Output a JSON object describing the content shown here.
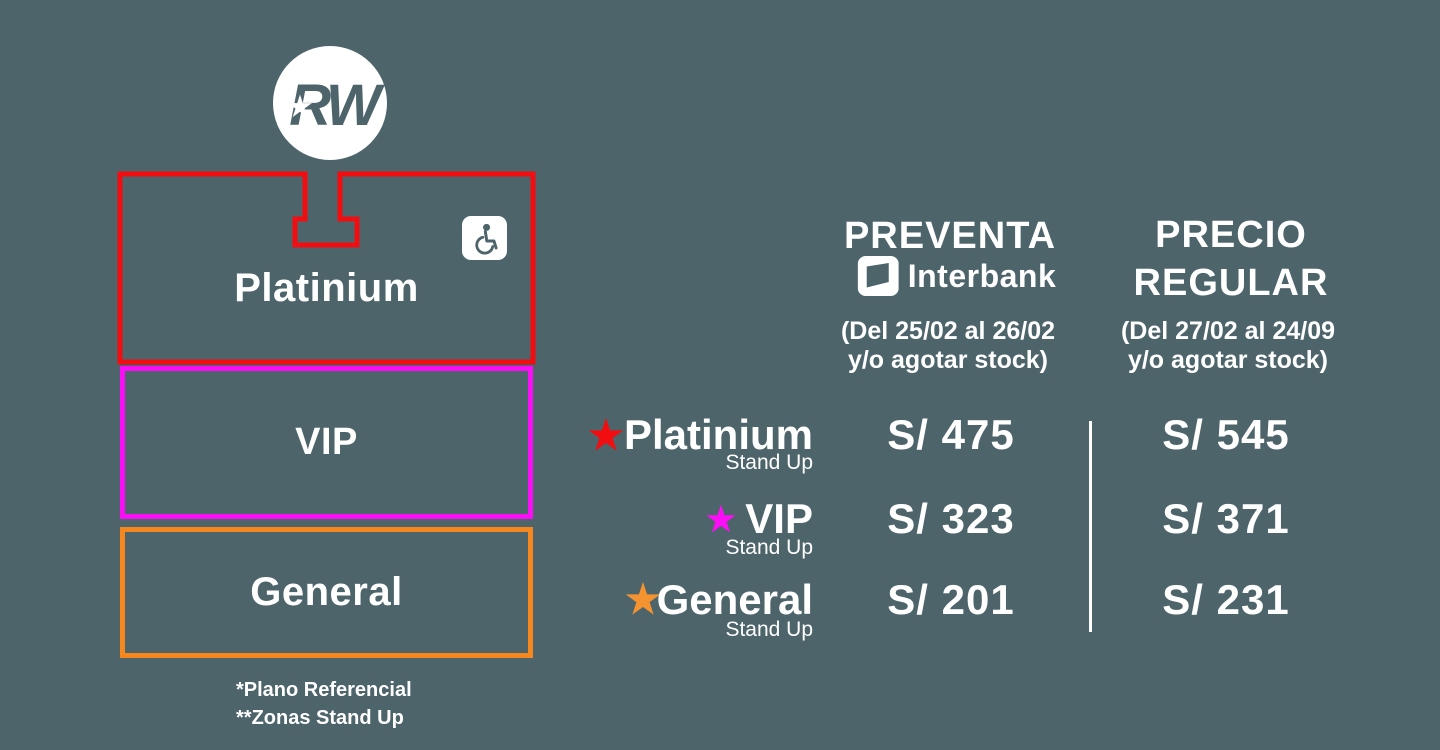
{
  "colors": {
    "background": "#4D646B",
    "white": "#FFFFFF",
    "platinium": "#F20D10",
    "vip": "#FB0DF5",
    "general": "#F5871E",
    "general_star": "#F59331"
  },
  "stage": {
    "logo_text": "RW"
  },
  "map": {
    "zones": {
      "platinium": {
        "label": "Platinium"
      },
      "vip": {
        "label": "VIP"
      },
      "general": {
        "label": "General"
      }
    },
    "footnote_line1": "*Plano Referencial",
    "footnote_line2": "**Zonas Stand Up"
  },
  "pricing": {
    "preventa": {
      "title": "PREVENTA",
      "brand": "Interbank",
      "date_line1": "(Del 25/02 al 26/02",
      "date_line2": "y/o agotar stock)"
    },
    "regular": {
      "title_line1": "PRECIO",
      "title_line2": "REGULAR",
      "date_line1": "(Del 27/02 al 24/09",
      "date_line2": "y/o agotar stock)"
    },
    "rows": [
      {
        "zone": "Platinium",
        "sub": "Stand Up",
        "star_color": "#F20D10",
        "preventa_price": "S/ 475",
        "regular_price": "S/ 545"
      },
      {
        "zone": "VIP",
        "sub": "Stand Up",
        "star_color": "#FB0DF5",
        "preventa_price": "S/ 323",
        "regular_price": "S/ 371"
      },
      {
        "zone": "General",
        "sub": "Stand Up",
        "star_color": "#F59331",
        "preventa_price": "S/ 201",
        "regular_price": "S/ 231"
      }
    ]
  }
}
